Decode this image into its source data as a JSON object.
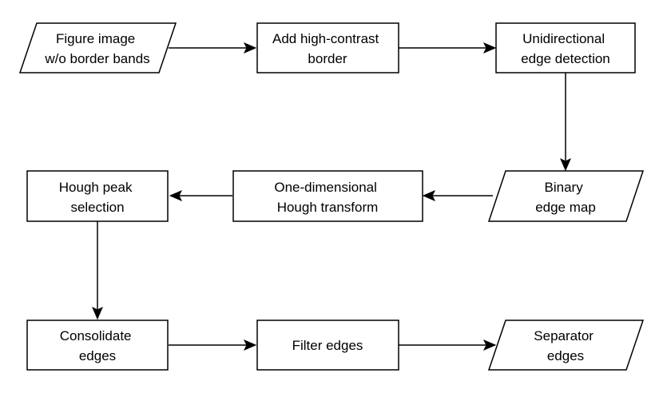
{
  "nodes": {
    "figure_image": {
      "shape": "parallelogram",
      "lines": [
        "Figure image",
        "w/o border bands"
      ]
    },
    "add_border": {
      "shape": "rectangle",
      "lines": [
        "Add high-contrast",
        "border"
      ]
    },
    "edge_detection": {
      "shape": "rectangle",
      "lines": [
        "Unidirectional",
        "edge detection"
      ]
    },
    "binary_edge_map": {
      "shape": "parallelogram",
      "lines": [
        "Binary",
        "edge map"
      ]
    },
    "hough_transform": {
      "shape": "rectangle",
      "lines": [
        "One-dimensional",
        "Hough transform"
      ]
    },
    "hough_peak": {
      "shape": "rectangle",
      "lines": [
        "Hough peak",
        "selection"
      ]
    },
    "consolidate_edges": {
      "shape": "rectangle",
      "lines": [
        "Consolidate",
        "edges"
      ]
    },
    "filter_edges": {
      "shape": "rectangle",
      "lines": [
        "Filter edges"
      ]
    },
    "separator_edges": {
      "shape": "parallelogram",
      "lines": [
        "Separator",
        "edges"
      ]
    }
  },
  "edges": [
    {
      "from": "figure_image",
      "to": "add_border"
    },
    {
      "from": "add_border",
      "to": "edge_detection"
    },
    {
      "from": "edge_detection",
      "to": "binary_edge_map"
    },
    {
      "from": "binary_edge_map",
      "to": "hough_transform"
    },
    {
      "from": "hough_transform",
      "to": "hough_peak"
    },
    {
      "from": "hough_peak",
      "to": "consolidate_edges"
    },
    {
      "from": "consolidate_edges",
      "to": "filter_edges"
    },
    {
      "from": "filter_edges",
      "to": "separator_edges"
    }
  ],
  "colors": {
    "stroke": "#000000",
    "fill": "#ffffff",
    "text": "#000000"
  }
}
